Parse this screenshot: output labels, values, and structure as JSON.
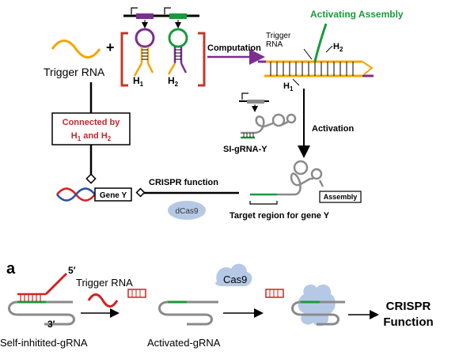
{
  "top": {
    "trigger_rna": "Trigger RNA",
    "plus": "+",
    "h1_label": "H",
    "h1_sub": "1",
    "h2_label": "H",
    "h2_sub": "2",
    "computation": "Computation",
    "activating_assembly": "Activating Assembly",
    "trigger_rna_small": "Trigger\nRNA",
    "assembly_h2": "H",
    "assembly_h2_sub": "2",
    "assembly_h1": "H",
    "assembly_h1_sub": "1",
    "activation": "Activation",
    "si_grna_y": "SI-gRNA-Y",
    "connected_line1": "Connected by",
    "connected_line2": "H",
    "connected_sub1": "1",
    "connected_and": " and H",
    "connected_sub2": "2",
    "crispr_function": "CRISPR function",
    "gene_y": "Gene Y",
    "dcas9": "dCas9",
    "assembly_box": "Assembly",
    "target_region": "Target region for gene Y"
  },
  "bottom": {
    "panel_label": "a",
    "five_prime": "5′",
    "three_prime": "3′",
    "trigger_rna": "Trigger RNA",
    "cas9": "Cas9",
    "crispr_line1": "CRISPR",
    "crispr_line2": "Function",
    "self_inhibited": "Self-inhitited-gRNA",
    "activated": "Activated-gRNA"
  },
  "colors": {
    "orange": "#f5a400",
    "purple": "#7b2f8e",
    "green": "#1a9a3a",
    "red_bracket": "#c0392b",
    "red_text": "#c0282d",
    "grey_strand": "#8a8a8a",
    "cas_blue": "#b5c9e6",
    "red_rna": "#d62020"
  }
}
